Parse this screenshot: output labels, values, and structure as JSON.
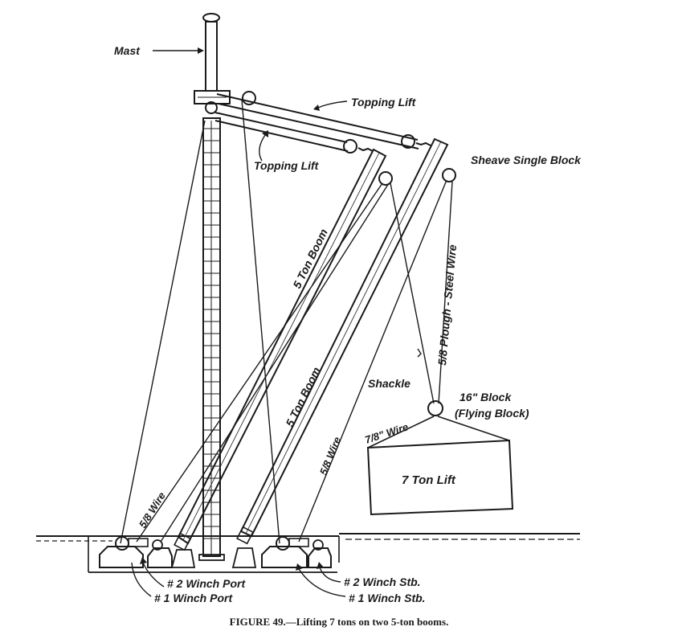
{
  "labels": {
    "mast": "Mast",
    "topping_lift_upper": "Topping Lift",
    "topping_lift_lower": "Topping Lift",
    "sheave_single_block": "Sheave Single Block",
    "boom_inner": "5 Ton Boom",
    "boom_outer": "5 Ton Boom",
    "plough_steel_wire": "5/8 Plough - Steel Wire",
    "shackle": "Shackle",
    "flying_block_1": "16\" Block",
    "flying_block_2": "(Flying Block)",
    "sling_wire": "7/8\" Wire",
    "load": "7 Ton Lift",
    "wire_left": "5/8 Wire",
    "wire_center": "5/8 Wire",
    "winch_port_2": "# 2 Winch  Port",
    "winch_port_1": "# 1 Winch  Port",
    "winch_stb_2": "# 2 Winch  Stb.",
    "winch_stb_1": "# 1 Winch  Stb."
  },
  "caption": "FIGURE 49.—Lifting 7 tons on two 5-ton booms."
}
